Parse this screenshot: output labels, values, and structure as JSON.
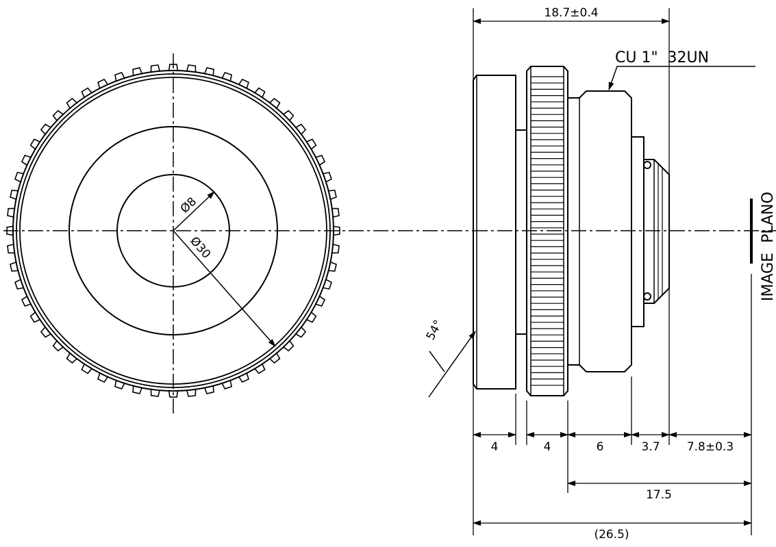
{
  "front_view": {
    "inner_diameter_label": "Ø8",
    "outer_diameter_label": "Ø30",
    "knurl_teeth": 56
  },
  "side_view": {
    "top_dimension_label": "18.7±0.4",
    "thread_label": "CU 1\"  32UN",
    "angle_label": "54°",
    "image_plane_label": "IMAGE  PLANO"
  },
  "bottom_dimensions": {
    "d1": "4",
    "d2": "4",
    "d3": "6",
    "d4": "3.7",
    "d5": "7.8±0.3",
    "d6": "17.5",
    "d7": "(26.5)"
  }
}
